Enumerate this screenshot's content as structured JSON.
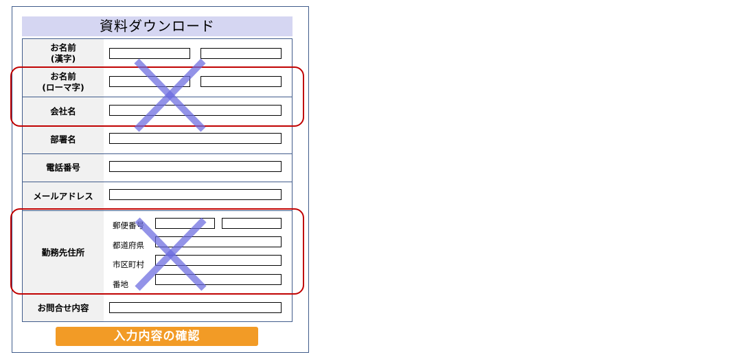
{
  "form": {
    "title": "資料ダウンロード",
    "rows": [
      {
        "label": "お名前\n(漢字)"
      },
      {
        "label": "お名前\n(ローマ字)"
      },
      {
        "label": "会社名"
      },
      {
        "label": "部署名"
      },
      {
        "label": "電話番号"
      },
      {
        "label": "メールアドレス"
      },
      {
        "label": "勤務先住所"
      },
      {
        "label": "お問合せ内容"
      }
    ],
    "address_fields": {
      "postal": "郵便番号",
      "prefecture": "都道府県",
      "city": "市区町村",
      "street": "番地"
    },
    "submit_label": "入力内容の確認"
  },
  "annotations": {
    "highlight_color": "#c00000",
    "cross_color": "#6a6adf"
  }
}
